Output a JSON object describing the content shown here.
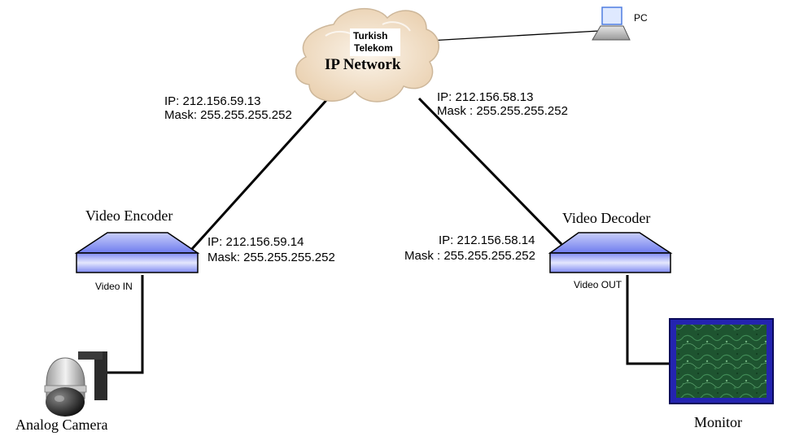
{
  "cloud": {
    "line1": "Turkish",
    "line2": "Telekom",
    "line3": "IP Network"
  },
  "pc": {
    "label": "PC"
  },
  "encoder": {
    "title": "Video Encoder",
    "port_label": "Video IN",
    "ip_line": "IP: 212.156.59.14",
    "mask_line": "Mask: 255.255.255.252"
  },
  "encoder_link": {
    "ip_line": "IP: 212.156.59.13",
    "mask_line": "Mask: 255.255.255.252"
  },
  "decoder": {
    "title": "Video Decoder",
    "port_label": "Video OUT",
    "ip_line": "IP: 212.156.58.14",
    "mask_line": "Mask : 255.255.255.252"
  },
  "decoder_link": {
    "ip_line": "IP: 212.156.58.13",
    "mask_line": "Mask : 255.255.255.252"
  },
  "camera": {
    "label": "Analog Camera"
  },
  "monitor": {
    "label": "Monitor"
  },
  "colors": {
    "device_blue": "#7b86f0",
    "device_light": "#d7dcfb",
    "cloud_fill": "#f4e4cf",
    "monitor_border": "#1a1aa8",
    "monitor_screen": "#1f5a33",
    "line": "#000000"
  }
}
